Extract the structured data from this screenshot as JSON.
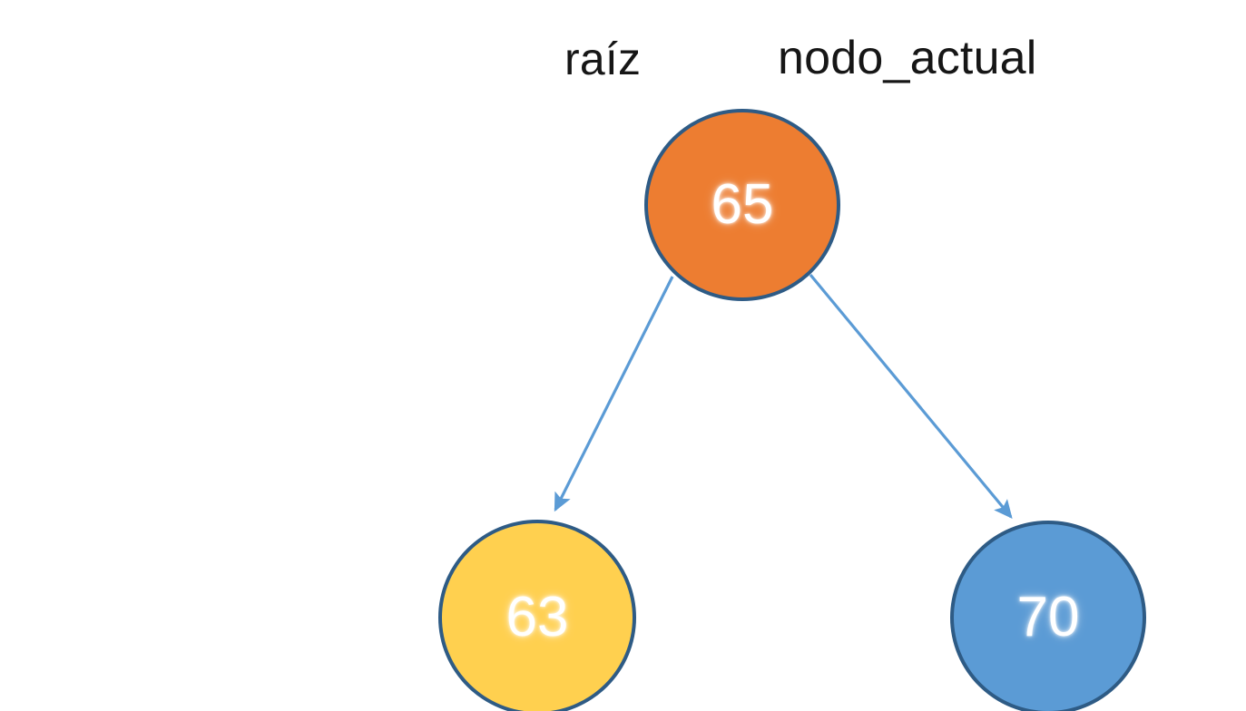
{
  "diagram": {
    "type": "binary-search-tree",
    "background_color": "#FFFFFF",
    "title_labels": [
      {
        "id": "raiz",
        "text": "raíz",
        "points_to": "root-node"
      },
      {
        "id": "nodo_actual",
        "text": "nodo_actual",
        "points_to": "root-node"
      }
    ],
    "nodes": [
      {
        "id": "root-node",
        "value": "65",
        "role": "root",
        "fill_color": "#ED7D31",
        "border_color": "#2E5B85",
        "text_color": "#FFFFFF"
      },
      {
        "id": "left-child-node",
        "value": "63",
        "role": "left-child",
        "fill_color": "#FFD04F",
        "border_color": "#2E5B85",
        "text_color": "#FFFFFF"
      },
      {
        "id": "right-child-node",
        "value": "70",
        "role": "right-child",
        "fill_color": "#5B9BD5",
        "border_color": "#2E5B85",
        "text_color": "#FFFFFF"
      }
    ],
    "edges": [
      {
        "id": "edge-root-left",
        "from": "root-node",
        "to": "left-child-node",
        "color": "#5B9BD5",
        "arrow": "end"
      },
      {
        "id": "edge-root-right",
        "from": "root-node",
        "to": "right-child-node",
        "color": "#5B9BD5",
        "arrow": "end"
      }
    ]
  }
}
